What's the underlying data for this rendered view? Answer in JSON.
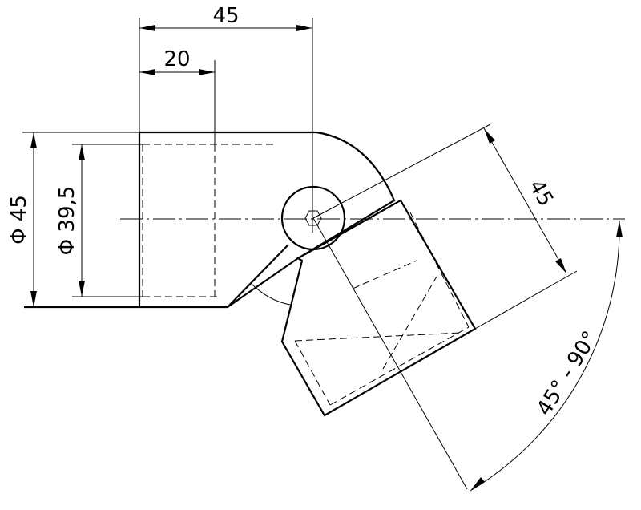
{
  "drawing": {
    "dim_top_width": "45",
    "dim_inner_depth": "20",
    "dim_outer_diameter": "Φ 45",
    "dim_inner_diameter": "Φ 39,5",
    "dim_angled_width": "45",
    "dim_angle_range": "45° - 90°"
  }
}
